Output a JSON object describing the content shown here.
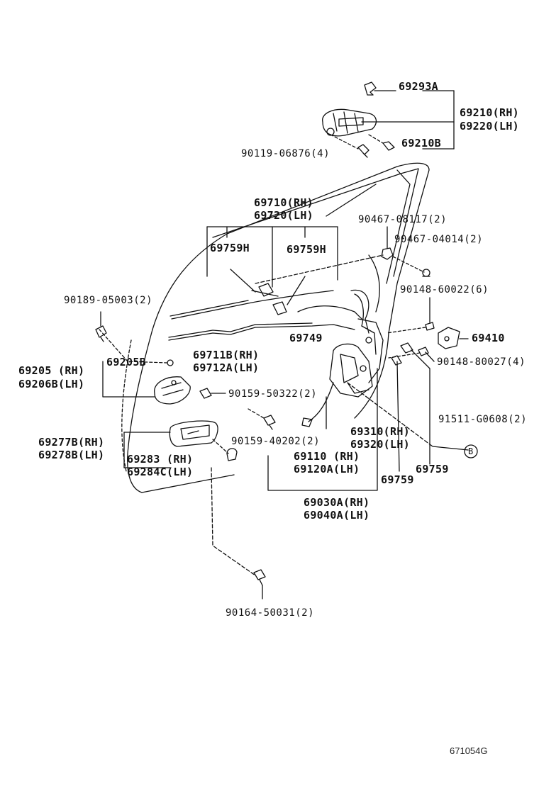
{
  "labels": {
    "p69293A": "69293A",
    "p69210_rh": "69210(RH)",
    "p69220_lh": "69220(LH)",
    "p69210B": "69210B",
    "p90119": "90119-06876(4)",
    "p69710_rh": "69710(RH)",
    "p69720_lh": "69720(LH)",
    "p90467_08117": "90467-08117(2)",
    "p90467_04014": "90467-04014(2)",
    "p69759H_a": "69759H",
    "p69759H_b": "69759H",
    "p90148_60022": "90148-60022(6)",
    "p90189": "90189-05003(2)",
    "p69749": "69749",
    "p69410": "69410",
    "p69205B": "69205B",
    "p69711B_rh": "69711B(RH)",
    "p69712A_lh": "69712A(LH)",
    "p90148_80027": "90148-80027(4)",
    "p69205_rh": "69205 (RH)",
    "p69206B_lh": "69206B(LH)",
    "p90159_50322": "90159-50322(2)",
    "p91511": "91511-G0608(2)",
    "p69277B_rh": "69277B(RH)",
    "p69278B_lh": "69278B(LH)",
    "p90159_40202": "90159-40202(2)",
    "p69310_rh": "69310(RH)",
    "p69320_lh": "69320(LH)",
    "p69110_rh": "69110 (RH)",
    "p69120A_lh": "69120A(LH)",
    "p69283_rh": "69283 (RH)",
    "p69284C_lh": "69284C(LH)",
    "p69759_a": "69759",
    "p69759_b": "69759",
    "p69030A_rh": "69030A(RH)",
    "p69040A_lh": "69040A(LH)",
    "p90164": "90164-50031(2)",
    "refB": "B",
    "drawing_code": "671054G"
  }
}
